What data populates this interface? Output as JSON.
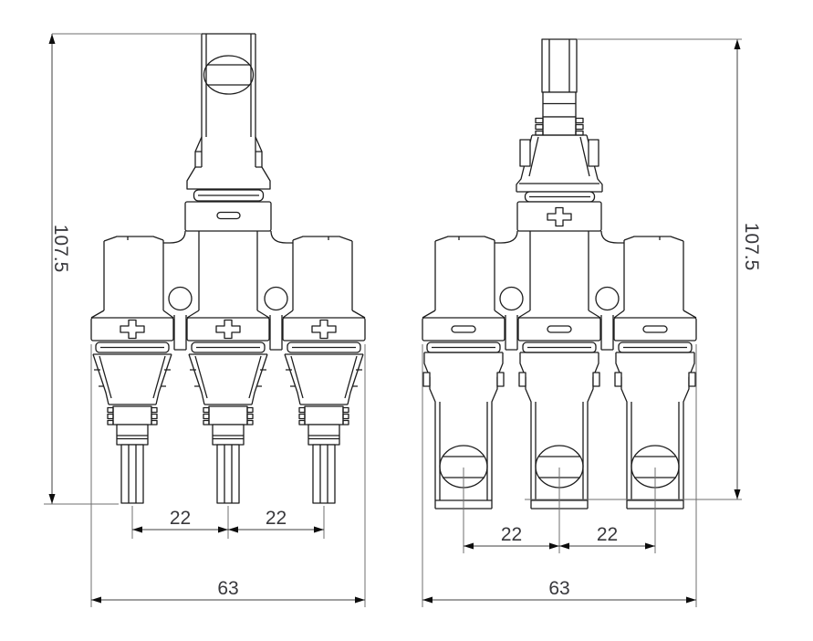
{
  "colors": {
    "background": "#ffffff",
    "geometry_line": "#1d1d1d",
    "dimension_line": "#3f3f3f",
    "extension_line": "#6f6f6f",
    "dimension_text": "#38383c"
  },
  "views": {
    "left": {
      "dimensions": {
        "height": "107.5",
        "pitch_1": "22",
        "pitch_2": "22",
        "width": "63"
      }
    },
    "right": {
      "dimensions": {
        "height": "107.5",
        "pitch_1": "22",
        "pitch_2": "22",
        "width": "63"
      }
    }
  }
}
